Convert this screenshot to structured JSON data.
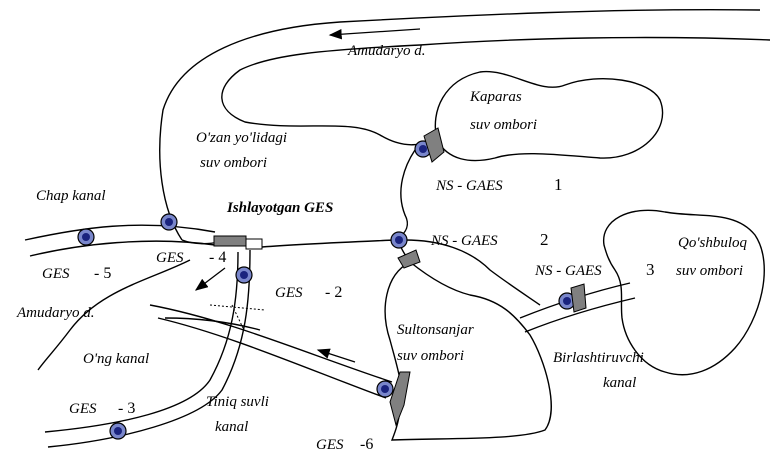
{
  "labels": {
    "amudaryo_top": "Amudaryo d.",
    "kaparas_line1": "Kaparas",
    "kaparas_line2": "suv ombori",
    "ozan_line1": "O'zan yo'lidagi",
    "ozan_line2": "suv ombori",
    "ns_gaes1_name": "NS - GAES",
    "ns_gaes1_num": "1",
    "chap_kanal": "Chap kanal",
    "ishlayotgan_ges": "Ishlayotgan GES",
    "ns_gaes2_name": "NS - GAES",
    "ns_gaes2_num": "2",
    "qoshbuloq_line1": "Qo'shbuloq",
    "qoshbuloq_line2": "suv ombori",
    "ges5_name": "GES",
    "ges5_num": "- 5",
    "ges4_name": "GES",
    "ges4_num": "- 4",
    "ns_gaes3_name": "NS - GAES",
    "ns_gaes3_num": "3",
    "ges2_name": "GES",
    "ges2_num": "- 2",
    "amudaryo_left": "Amudaryo d.",
    "sultonsanjar_line1": "Sultonsanjar",
    "sultonsanjar_line2": "suv ombori",
    "birlashtiruvchi_line1": "Birlashtiruvchi",
    "birlashtiruvchi_line2": "kanal",
    "ong_kanal": "O'ng kanal",
    "ges3_name": "GES",
    "ges3_num": "- 3",
    "tiniq_line1": "Tiniq suvli",
    "tiniq_line2": "kanal",
    "ges6_name": "GES",
    "ges6_num": "-6"
  },
  "colors": {
    "ink": "#000000",
    "station_fill": "#1a237e",
    "station_ring": "#7986cb",
    "structure_fill": "#808080"
  }
}
